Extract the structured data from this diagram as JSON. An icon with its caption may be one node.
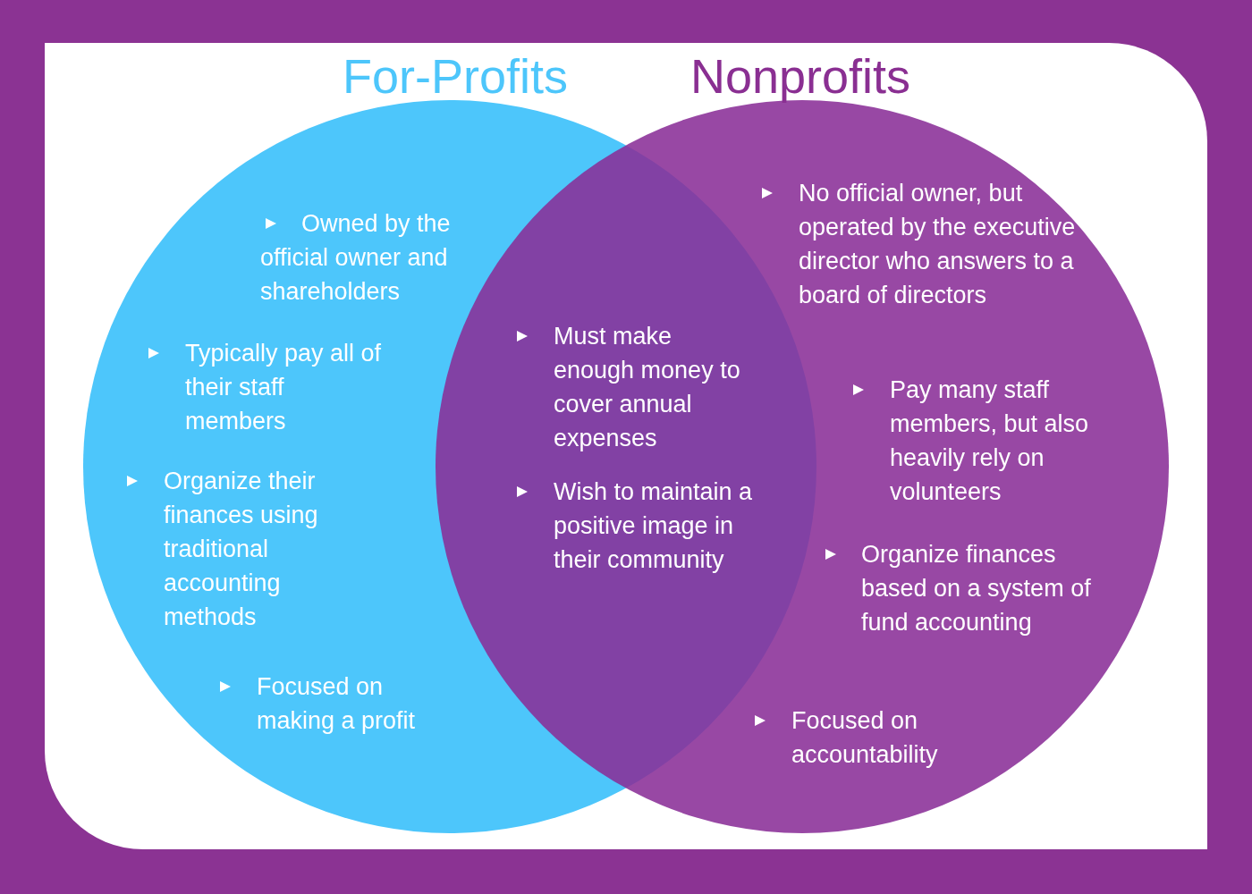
{
  "diagram": {
    "nodes": [
      {
        "text": [
          "For-Profits",
          "Owned by the official owner and shareholders",
          "Typically pay all of their staff members",
          "Organize their finances using traditional accounting methods",
          "Focused on making a profit"
        ]
      },
      {
        "text": [
          "Nonprofits",
          "No official owner, but operated by the executive director who answers to a board of directors",
          "Pay many staff members, but also heavily rely on volunteers",
          "Organize finances based on a system of  fund accounting",
          "Focused on accountability"
        ]
      }
    ],
    "edges": [],
    "labels": [
      "Must make enough money to cover annual expenses",
      "Wish to maintain a positive image in their community"
    ]
  }
}
